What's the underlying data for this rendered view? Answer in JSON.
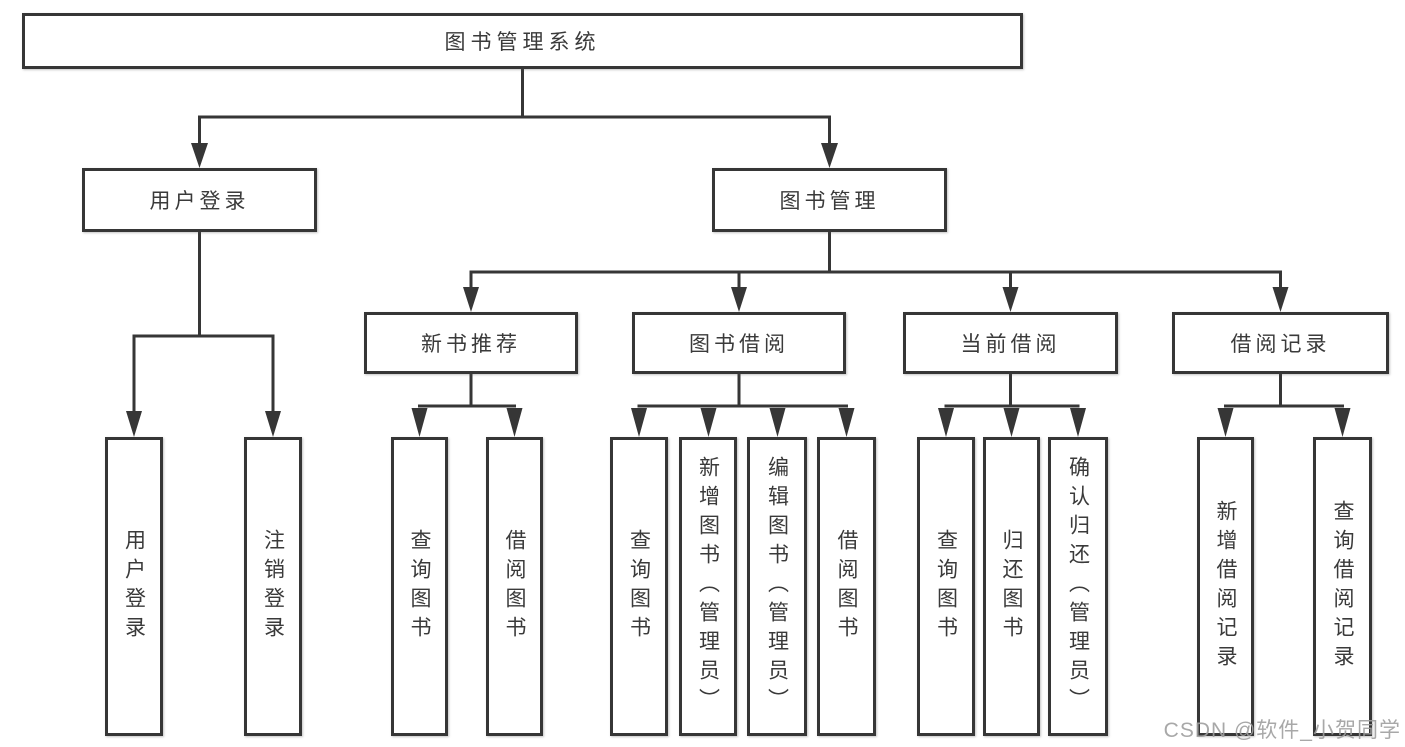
{
  "root": {
    "label": "图书管理系统"
  },
  "branches": {
    "user": {
      "label": "用户登录",
      "children": [
        {
          "label": "用户登录"
        },
        {
          "label": "注销登录"
        }
      ]
    },
    "books": {
      "label": "图书管理",
      "groups": [
        {
          "label": "新书推荐",
          "children": [
            {
              "label": "查询图书"
            },
            {
              "label": "借阅图书"
            }
          ]
        },
        {
          "label": "图书借阅",
          "children": [
            {
              "label": "查询图书"
            },
            {
              "label": "新增图书（管理员）"
            },
            {
              "label": "编辑图书（管理员）"
            },
            {
              "label": "借阅图书"
            }
          ]
        },
        {
          "label": "当前借阅",
          "children": [
            {
              "label": "查询图书"
            },
            {
              "label": "归还图书"
            },
            {
              "label": "确认归还（管理员）"
            }
          ]
        },
        {
          "label": "借阅记录",
          "children": [
            {
              "label": "新增借阅记录"
            },
            {
              "label": "查询借阅记录"
            }
          ]
        }
      ]
    }
  },
  "watermark": "CSDN @软件_小贺同学",
  "colors": {
    "line": "#363636",
    "box_border": "#363636",
    "text": "#3a3a3a",
    "watermark": "#9e9e9e",
    "background": "#ffffff"
  }
}
